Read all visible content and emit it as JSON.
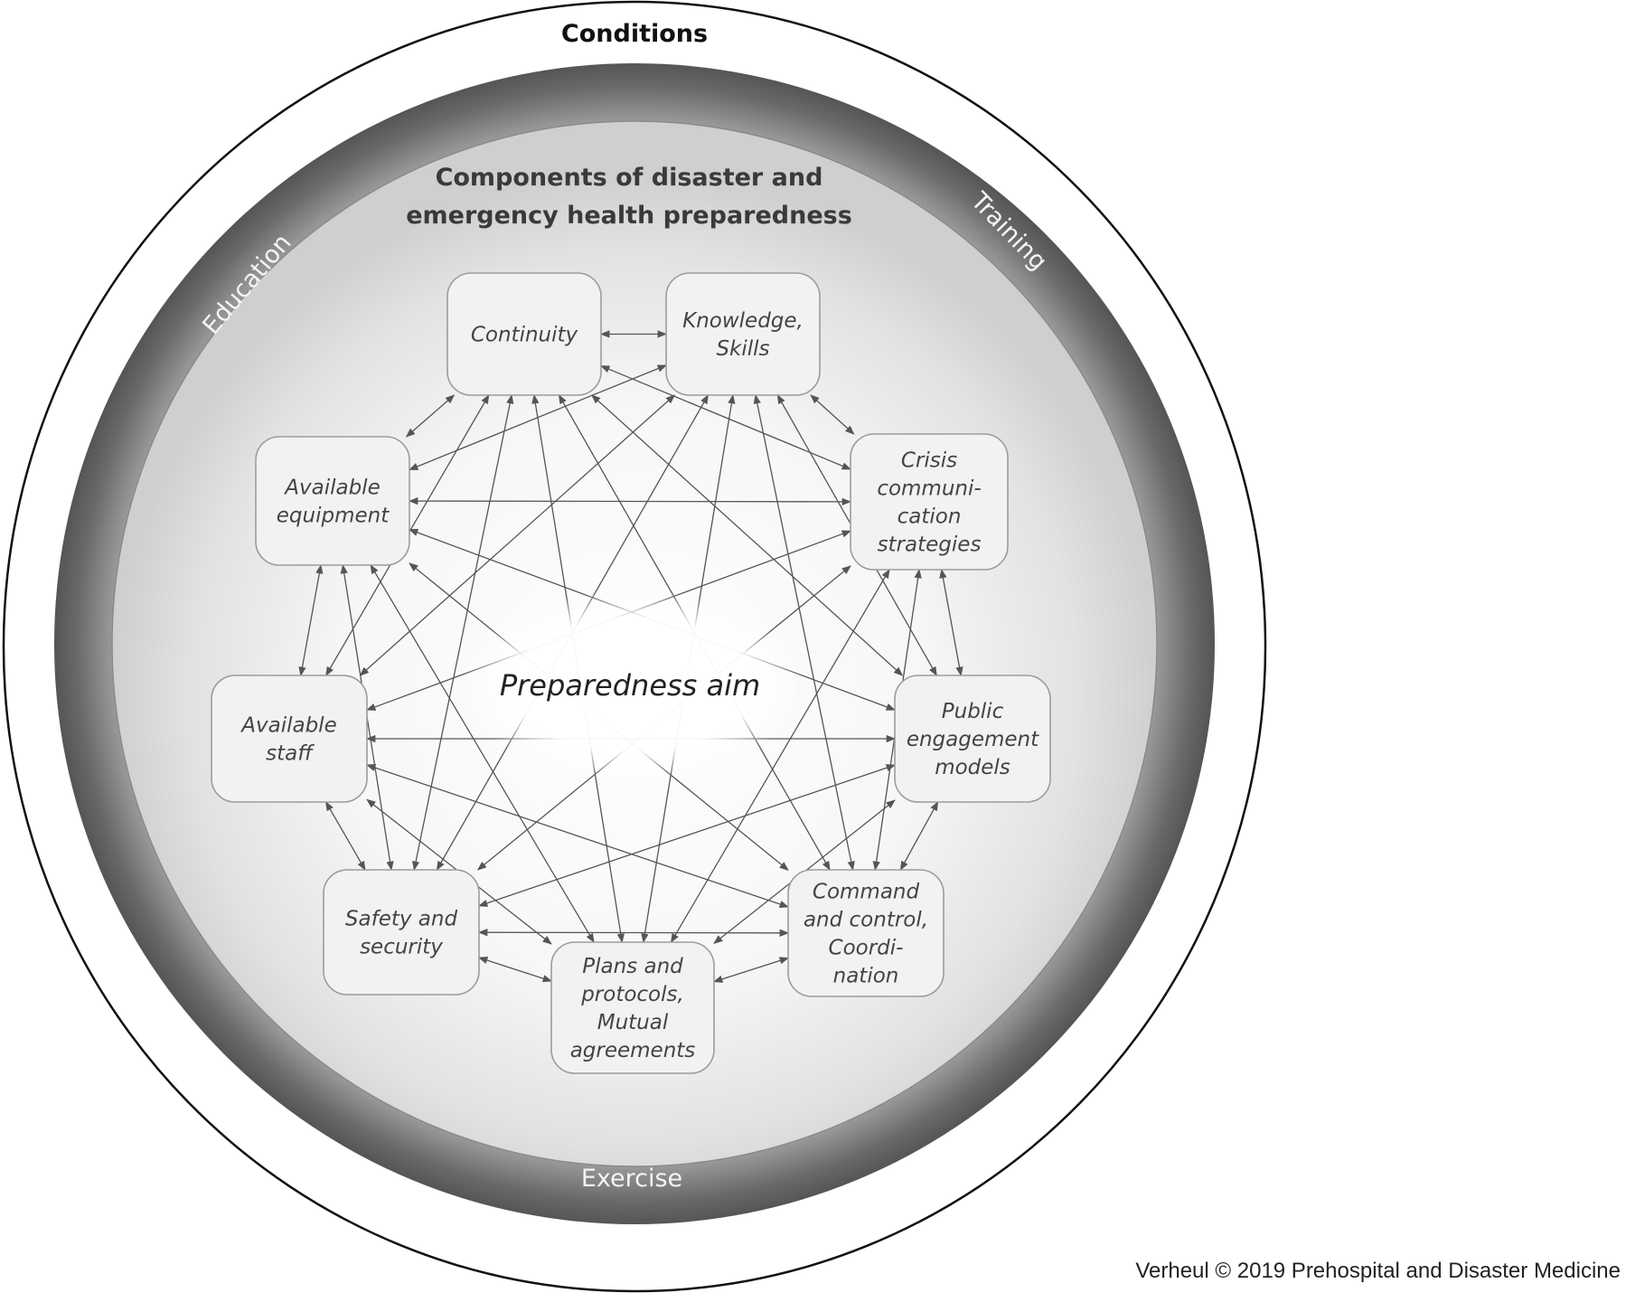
{
  "diagram": {
    "conditions_label": "Conditions",
    "title_line1": "Components of disaster and",
    "title_line2": "emergency health preparedness",
    "ring_labels": {
      "education": "Education",
      "training": "Training",
      "exercise": "Exercise"
    },
    "center_label": "Preparedness aim",
    "components": [
      {
        "id": "continuity",
        "lines": [
          "Continuity"
        ]
      },
      {
        "id": "knowledge",
        "lines": [
          "Knowledge,",
          "Skills"
        ]
      },
      {
        "id": "crisis",
        "lines": [
          "Crisis",
          "communi-",
          "cation",
          "strategies"
        ]
      },
      {
        "id": "public",
        "lines": [
          "Public",
          "engagement",
          "models"
        ]
      },
      {
        "id": "command",
        "lines": [
          "Command",
          "and control,",
          "Coordi-",
          "nation"
        ]
      },
      {
        "id": "plans",
        "lines": [
          "Plans and",
          "protocols,",
          "Mutual",
          "agreements"
        ]
      },
      {
        "id": "safety",
        "lines": [
          "Safety and",
          "security"
        ]
      },
      {
        "id": "staff",
        "lines": [
          "Available",
          "staff"
        ]
      },
      {
        "id": "equipment",
        "lines": [
          "Available",
          "equipment"
        ]
      }
    ],
    "connections": "all components are mutually connected with double-headed arrows",
    "colors": {
      "ring_dark": "#5e5e5e",
      "inner_light": "#ffffff",
      "box_fill": "#f2f2f2",
      "arrow": "#555555"
    }
  },
  "credit": "Verheul © 2019 Prehospital and Disaster Medicine"
}
